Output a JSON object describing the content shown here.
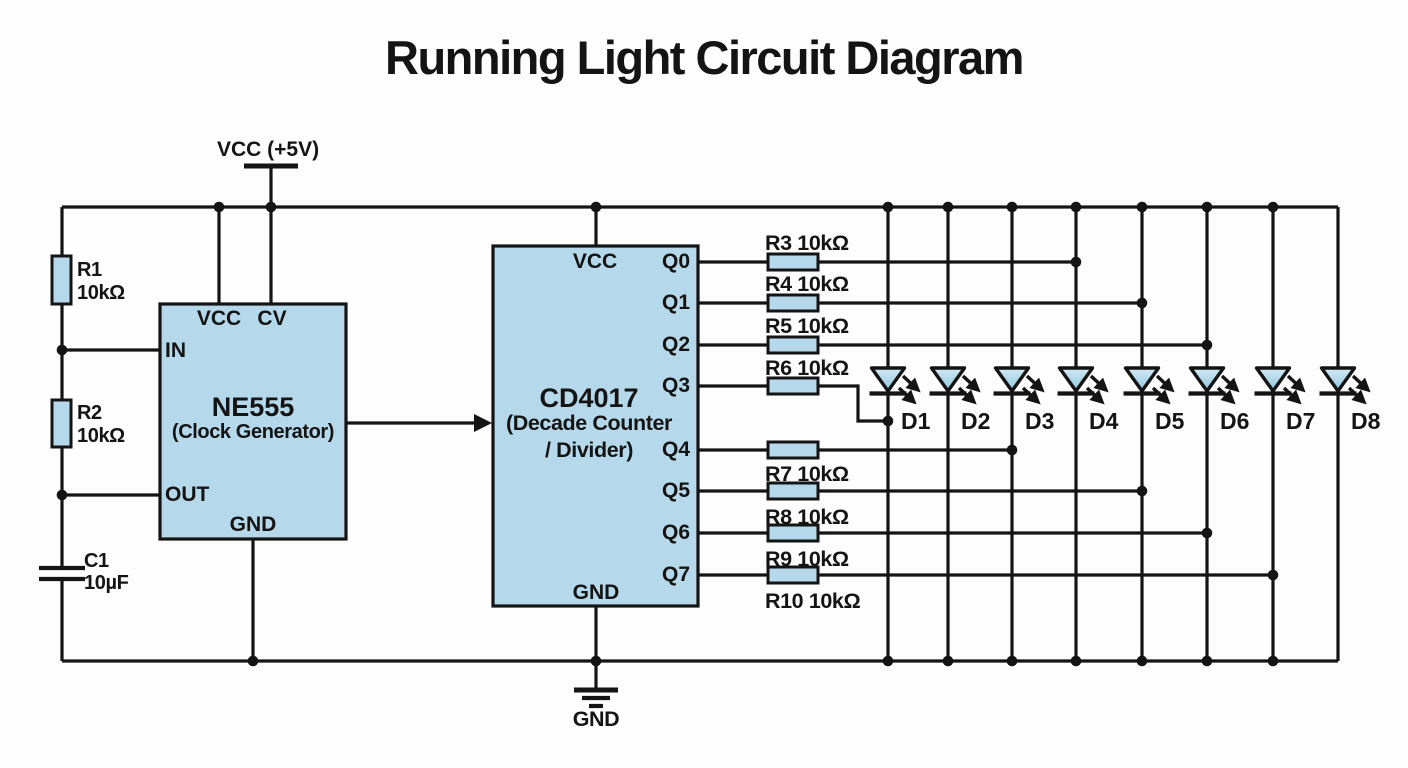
{
  "title": "Running Light Circuit Diagram",
  "power": {
    "vcc_label": "VCC (+5V)",
    "gnd_label": "GND"
  },
  "ne555": {
    "name": "NE555",
    "subtitle": "(Clock Generator)",
    "pins": {
      "vcc": "VCC",
      "cv": "CV",
      "in": "IN",
      "out": "OUT",
      "gnd": "GND"
    }
  },
  "cd4017": {
    "name": "CD4017",
    "subtitle_line1": "(Decade Counter",
    "subtitle_line2": "/ Divider)",
    "pins": {
      "vcc": "VCC",
      "gnd": "GND"
    },
    "outputs": [
      "Q0",
      "Q1",
      "Q2",
      "Q3",
      "Q4",
      "Q5",
      "Q6",
      "Q7"
    ]
  },
  "timing_components": {
    "r1": {
      "ref": "R1",
      "value": "10kΩ"
    },
    "r2": {
      "ref": "R2",
      "value": "10kΩ"
    },
    "c1": {
      "ref": "C1",
      "value": "10µF"
    }
  },
  "series_resistors": [
    "R3 10kΩ",
    "R4 10kΩ",
    "R5 10kΩ",
    "R6 10kΩ",
    "R7 10kΩ",
    "R8 10kΩ",
    "R9 10kΩ",
    "R10 10kΩ"
  ],
  "leds": [
    "D1",
    "D2",
    "D3",
    "D4",
    "D5",
    "D6",
    "D7",
    "D8"
  ],
  "colors": {
    "wire": "#141414",
    "component_fill": "#b5d9ea",
    "led_fill_top": "#d3eaf5",
    "led_fill_bottom": "#8fc4de",
    "background": "#fdfdfd",
    "text": "#141414"
  }
}
